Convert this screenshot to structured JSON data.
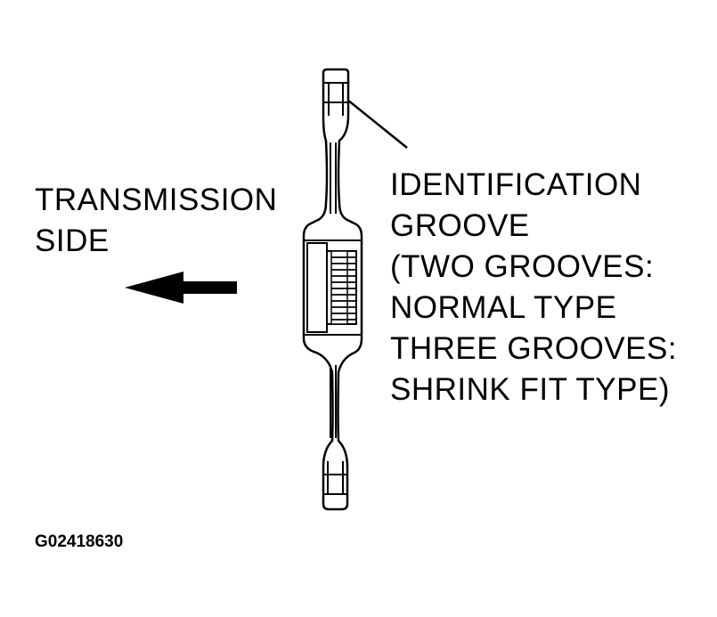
{
  "diagram": {
    "side_label": {
      "line1": "TRANSMISSION",
      "line2": "SIDE"
    },
    "groove_callout": {
      "line1": "IDENTIFICATION",
      "line2": "GROOVE",
      "line3": "(TWO GROOVES:",
      "line4": "NORMAL TYPE",
      "line5": "THREE GROOVES:",
      "line6": "SHRINK FIT TYPE)"
    },
    "figure_id": "G02418630"
  }
}
